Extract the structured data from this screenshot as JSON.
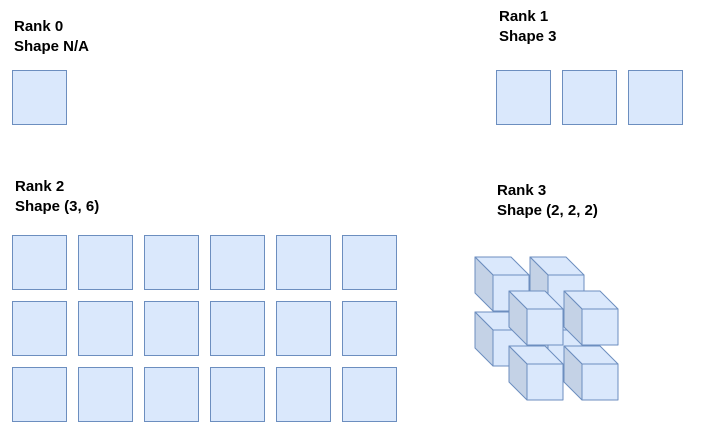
{
  "colors": {
    "cell_fill": "#dae8fc",
    "cell_stroke": "#6c8ebf",
    "cube_top": "#dae8fc",
    "cube_side": "#c4d2e6",
    "text": "#000000"
  },
  "panels": [
    {
      "rank_label": "Rank 0",
      "shape_label": "Shape N/A"
    },
    {
      "rank_label": "Rank 1",
      "shape_label": "Shape 3"
    },
    {
      "rank_label": "Rank 2",
      "shape_label": "Shape (3, 6)"
    },
    {
      "rank_label": "Rank 3",
      "shape_label": "Shape (2, 2, 2)"
    }
  ]
}
